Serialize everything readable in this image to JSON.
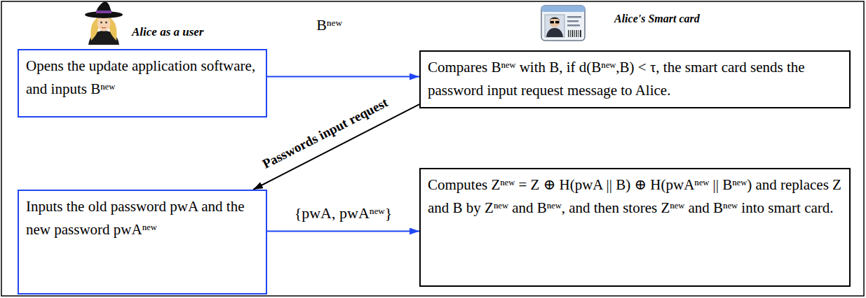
{
  "diagram": {
    "nodes": [
      {
        "text": [
          "Opens the update application software, and inputs Bⁿᵉʷ"
        ]
      },
      {
        "text": [
          "Compares Bⁿᵉʷ with B, if d(Bⁿᵉʷ,B) < τ, the smart card sends the password input request message to Alice."
        ]
      },
      {
        "text": [
          "Inputs the old password pwA and the new password pwAⁿᵉʷ"
        ]
      },
      {
        "text": [
          "Computes Zⁿᵉʷ = Z ⊕ H(pwA || B) ⊕ H(pwAⁿᵉʷ || Bⁿᵉʷ) and replaces Z and B by Zⁿᵉʷ and Bⁿᵉʷ, and then stores Zⁿᵉʷ and Bⁿᵉʷ into smart card."
        ]
      }
    ],
    "edges": [
      {
        "from": 0,
        "to": 1,
        "arrow": "to",
        "label": "Bⁿᵉʷ"
      },
      {
        "from": 1,
        "to": 2,
        "arrow": "to",
        "label": "Passwords input request"
      },
      {
        "from": 2,
        "to": 3,
        "arrow": "to",
        "label": "{pwA, pwAⁿᵉʷ}"
      }
    ],
    "labels": [
      "Alice as a user",
      "Alice's Smart card"
    ]
  }
}
